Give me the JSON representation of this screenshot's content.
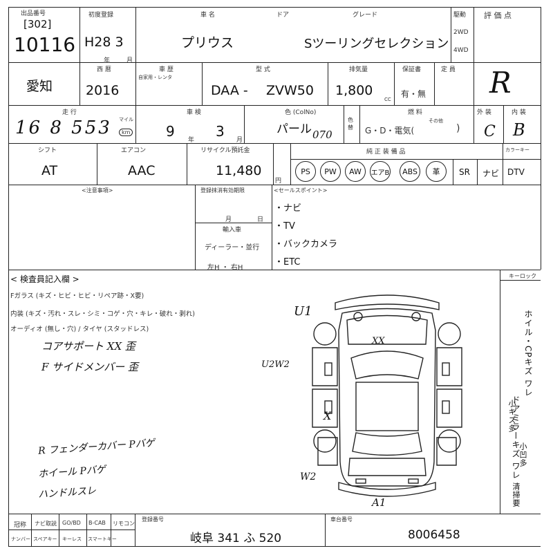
{
  "header": {
    "site_label": "出品番号",
    "lot_number": "10116",
    "lane_code": "[302]",
    "first_reg_label": "初度登録",
    "first_reg_value": "H28 3",
    "year_label": "年",
    "month_label": "月",
    "car_name_label": "車 名",
    "car_name": "プリウス",
    "door_label": "ドア",
    "grade_label": "グレード",
    "grade": "Sツーリングセレクション",
    "drive_label": "駆動",
    "drive_2wd": "2WD",
    "drive_4wd": "4WD",
    "score_label": "評 価 点",
    "score": "R"
  },
  "row2": {
    "prefecture": "愛知",
    "year_label": "西 暦",
    "year_value": "2016",
    "history_label": "車 歴",
    "history_sub": "自家用・レンタ",
    "model_label": "型 式",
    "model_prefix": "DAA -",
    "model_code": "ZVW50",
    "displacement_label": "排気量",
    "displacement": "1,800",
    "cc": "CC",
    "warranty_label": "保証書",
    "warranty_value": "有・無",
    "capacity_label": "定 員"
  },
  "row3": {
    "mileage_label": "走 行",
    "mileage_value": "16 8 553",
    "mile_unit": "マイル",
    "km_unit": "km",
    "inspection_label": "車 検",
    "inspection_year": "9",
    "inspection_month": "3",
    "year_unit": "年",
    "month_unit": "月",
    "color_label": "色 (ColNo)",
    "color_value": "パール",
    "color_code": "070",
    "color_change_label": "色替",
    "fuel_label": "燃 料",
    "fuel_options": "G・D・電気(",
    "fuel_other": "その他",
    "fuel_close": ")",
    "exterior_label": "外 装",
    "exterior_value": "C",
    "interior_label": "内 装",
    "interior_value": "B"
  },
  "row4": {
    "shift_label": "シフト",
    "shift_value": "AT",
    "ac_label": "エアコン",
    "ac_value": "AAC",
    "recycle_label": "リサイクル預託金",
    "recycle_value": "11,480",
    "yen": "円",
    "equipment_label": "純 正 装 備 品",
    "equipment_circled": [
      "PS",
      "PW",
      "AW",
      "エアB",
      "ABS",
      "革"
    ],
    "equipment_plain": [
      "SR",
      "ナビ",
      "DTV"
    ],
    "keyless_label": "カラーキー"
  },
  "notes": {
    "caution_label": "<注意事項>",
    "expiry_label": "登録抹消有効期限",
    "month_mark": "月",
    "day_mark": "日",
    "import_label": "輸入車",
    "dealer_label": "ディーラー・並行",
    "steering_label": "左H ・ 右H",
    "selling_label": "<セールスポイント>",
    "selling_points": [
      "・ナビ",
      "・TV",
      "・バックカメラ",
      "・ETC"
    ]
  },
  "inspector": {
    "title": "< 検査員記入欄 >",
    "glass": "Fガラス (キズ・ヒビ・ヒビ・リペア跡・X要)",
    "interior": "内装 (キズ・汚れ・スレ・シミ・コゲ・穴・キレ・破れ・剥れ)",
    "audio": "オーディオ (無し・穴) / タイヤ (スタッドレス)",
    "keylock": "キーロック",
    "hand_notes": [
      "コアサポート XX 歪",
      "F サイドメンバー 歪",
      "R フェンダーカバー Pバゲ",
      "ホイール Pバゲ",
      "ハンドルスレ"
    ],
    "right_vertical": [
      "ホイル・CPキズ ワレ",
      "ドアミラーキズ ワレ",
      "小キズ多",
      "小凹多",
      "清掃要"
    ],
    "diagram_marks": [
      "U1",
      "XX",
      "U2W2",
      "X",
      "W2",
      "A1"
    ]
  },
  "footer": {
    "cells": [
      "冠称",
      "ナビ取説",
      "GO/BD",
      "B-CAB",
      "リモコン",
      "ナンバー",
      "スペアキー",
      "キーレス",
      "スマートキー"
    ],
    "plate_label": "登録番号",
    "plate": "岐阜 341 ふ 520",
    "chassis_label": "車台番号",
    "chassis": "8006458"
  }
}
